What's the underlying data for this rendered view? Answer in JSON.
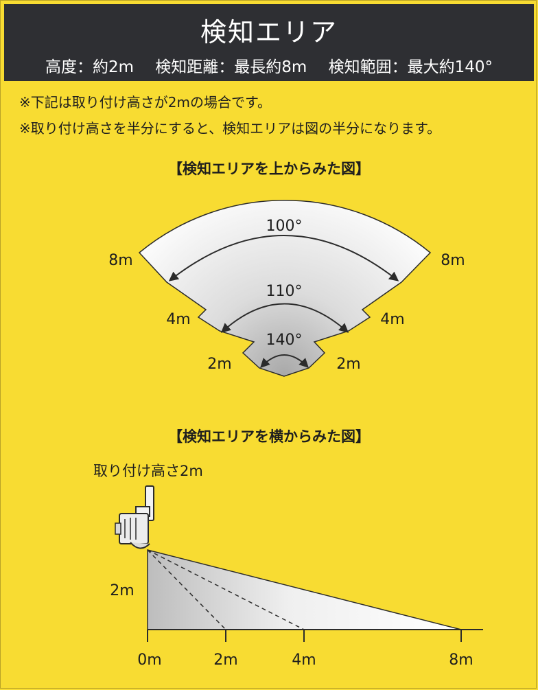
{
  "header": {
    "title": "検知エリア",
    "height": "高度：約2m",
    "distance": "検知距離：最長約8m",
    "range": "検知範囲：最大約140°"
  },
  "notes": [
    "※下記は取り付け高さが2mの場合です。",
    "※取り付け高さを半分にすると、検知エリアは図の半分になります。"
  ],
  "top_view": {
    "caption": "【検知エリアを上からみた図】",
    "zones": [
      {
        "distance_label": "8m",
        "angle_label": "100°",
        "angle": 100,
        "distance": 8
      },
      {
        "distance_label": "4m",
        "angle_label": "110°",
        "angle": 110,
        "distance": 4
      },
      {
        "distance_label": "2m",
        "angle_label": "140°",
        "angle": 140,
        "distance": 2
      }
    ]
  },
  "side_view": {
    "caption": "【検知エリアを横からみた図】",
    "mount_label": "取り付け高さ2m",
    "height_label": "2m",
    "ticks": [
      "0m",
      "2m",
      "4m",
      "8m"
    ]
  },
  "colors": {
    "background": "#f8dc32",
    "header": "#2e2f33",
    "zone_fill": "#f4f4f4",
    "zone_shadow": "#b8b8b8",
    "line": "#2b2b2b"
  }
}
